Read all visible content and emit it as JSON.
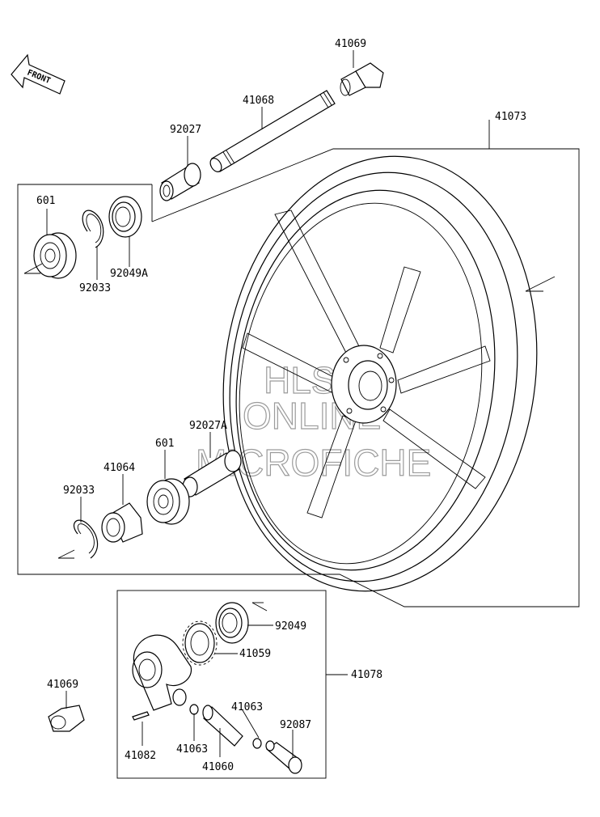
{
  "diagram": {
    "front_label": "FRONT",
    "watermark": [
      "HLSM",
      "ONLINE",
      "MICROFICHE"
    ],
    "parts": {
      "p41069_top": "41069",
      "p41068": "41068",
      "p41073": "41073",
      "p92027": "92027",
      "p601_top": "601",
      "p92033_top": "92033",
      "p92049A": "92049A",
      "p92027A": "92027A",
      "p601_mid": "601",
      "p41064": "41064",
      "p92033_mid": "92033",
      "p92049": "92049",
      "p41059": "41059",
      "p41078": "41078",
      "p41069_bot": "41069",
      "p41063_right": "41063",
      "p92087": "92087",
      "p41082": "41082",
      "p41063_left": "41063",
      "p41060": "41060"
    }
  }
}
